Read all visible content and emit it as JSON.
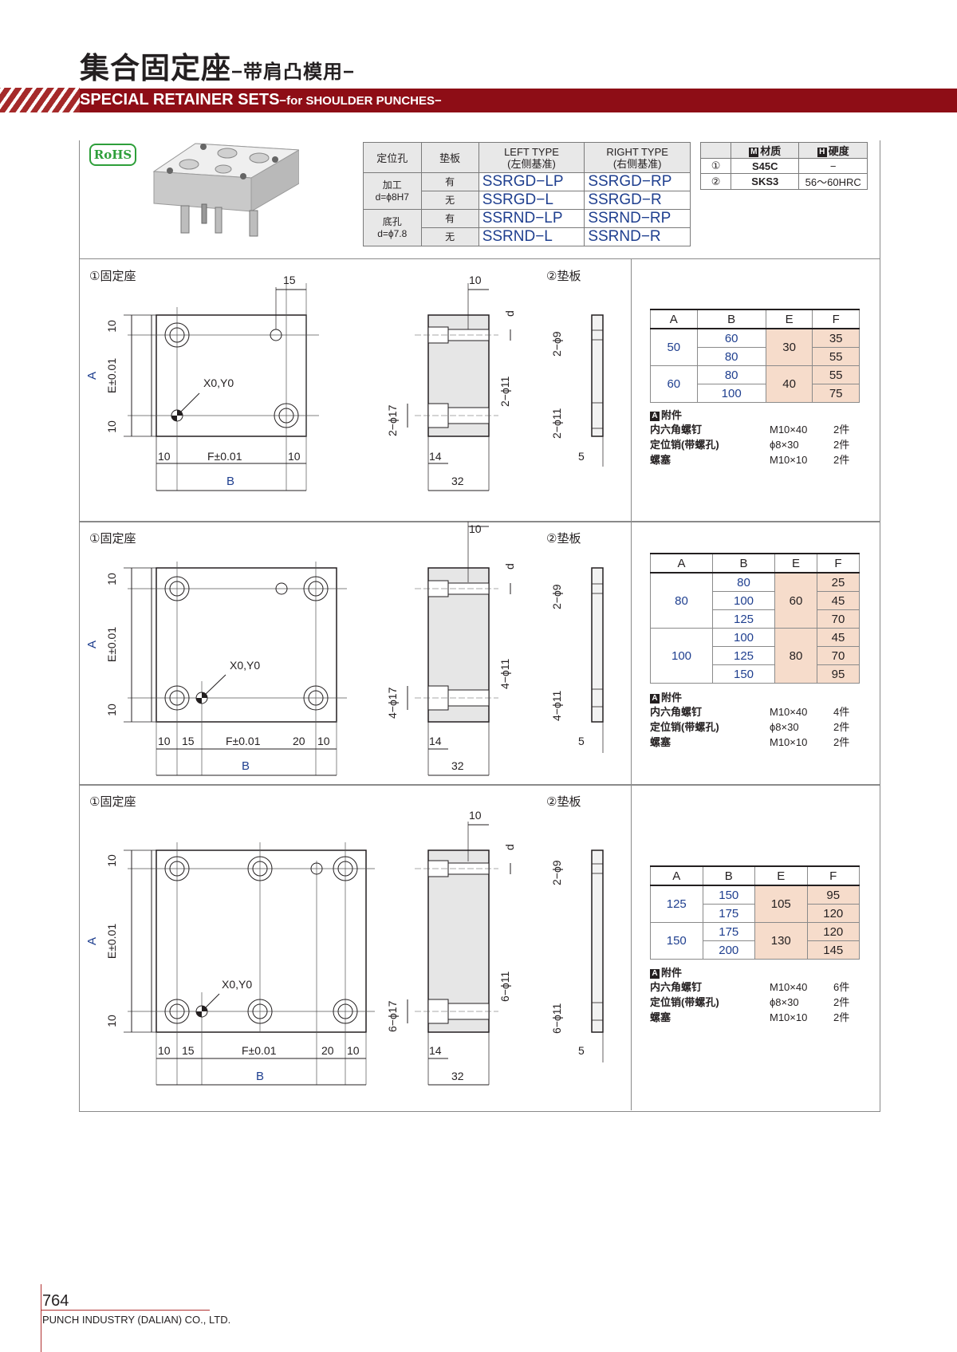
{
  "header": {
    "title_cn": "集合固定座",
    "title_cn_sub": "−带肩凸模用−",
    "title_en": "SPECIAL RETAINER SETS",
    "title_en_sub": "−for SHOULDER PUNCHES−"
  },
  "rohs": "RoHS",
  "model_table": {
    "h_hole": "定位孔",
    "h_plate": "垫板",
    "h_left": "LEFT TYPE",
    "h_left_sub": "(左侧基准)",
    "h_right": "RIGHT TYPE",
    "h_right_sub": "(右侧基准)",
    "g1_a": "加工",
    "g1_b": "d=ϕ8H7",
    "g2_a": "底孔",
    "g2_b": "d=ϕ7.8",
    "yes": "有",
    "no": "无",
    "r1_left": "SSRGD−LP",
    "r1_right": "SSRGD−RP",
    "r2_left": "SSRGD−L",
    "r2_right": "SSRGD−R",
    "r3_left": "SSRND−LP",
    "r3_right": "SSRND−RP",
    "r4_left": "SSRND−L",
    "r4_right": "SSRND−R"
  },
  "material_table": {
    "h_m_badge": "M",
    "h_m": "材质",
    "h_h_badge": "H",
    "h_h": "硬度",
    "r1_no": "①",
    "r1_mat": "S45C",
    "r1_hard": "−",
    "r2_no": "②",
    "r2_mat": "SKS3",
    "r2_hard": "56〜60HRC"
  },
  "sections": [
    {
      "retainer_label": "①固定座",
      "plate_label": "②垫板",
      "dim_15": "15",
      "dim_10": "10",
      "origin": "X0,Y0",
      "lbl_A": "A",
      "lbl_E": "E±0.01",
      "lbl_B": "B",
      "f_label": "F±0.01",
      "bottom_left": "10",
      "bottom_right": "10",
      "side_top": "10",
      "side_d": "d",
      "side_hole_small": "2−ϕ11",
      "side_hole_big": "2−ϕ17",
      "side_14": "14",
      "side_32": "32",
      "plate_top": "2−ϕ9",
      "plate_bottom": "2−ϕ11",
      "plate_5": "5",
      "headers": [
        "A",
        "B",
        "E",
        "F"
      ],
      "rows": [
        [
          "50",
          "60",
          "30",
          "35"
        ],
        [
          "",
          "80",
          "",
          "55"
        ],
        [
          "60",
          "80",
          "40",
          "55"
        ],
        [
          "",
          "100",
          "",
          "75"
        ]
      ],
      "acc_badge": "A",
      "acc_title": "附件",
      "acc": [
        [
          "内六角螺钉",
          "M10×40",
          "2件"
        ],
        [
          "定位销(带螺孔)",
          "ϕ8×30",
          "2件"
        ],
        [
          "螺塞",
          "M10×10",
          "2件"
        ]
      ]
    },
    {
      "retainer_label": "①固定座",
      "plate_label": "②垫板",
      "dim_10": "10",
      "origin": "X0,Y0",
      "lbl_A": "A",
      "lbl_E": "E±0.01",
      "lbl_B": "B",
      "bl1": "10",
      "bl2": "15",
      "f_label": "F±0.01",
      "br1": "20",
      "br2": "10",
      "side_top": "10",
      "side_d": "d",
      "side_hole_small": "4−ϕ11",
      "side_hole_big": "4−ϕ17",
      "side_14": "14",
      "side_32": "32",
      "plate_top": "2−ϕ9",
      "plate_bottom": "4−ϕ11",
      "plate_5": "5",
      "headers": [
        "A",
        "B",
        "E",
        "F"
      ],
      "rows": [
        [
          "80",
          "80",
          "60",
          "25"
        ],
        [
          "",
          "100",
          "",
          "45"
        ],
        [
          "",
          "125",
          "",
          "70"
        ],
        [
          "100",
          "100",
          "80",
          "45"
        ],
        [
          "",
          "125",
          "",
          "70"
        ],
        [
          "",
          "150",
          "",
          "95"
        ]
      ],
      "acc_badge": "A",
      "acc_title": "附件",
      "acc": [
        [
          "内六角螺钉",
          "M10×40",
          "4件"
        ],
        [
          "定位销(带螺孔)",
          "ϕ8×30",
          "2件"
        ],
        [
          "螺塞",
          "M10×10",
          "2件"
        ]
      ]
    },
    {
      "retainer_label": "①固定座",
      "plate_label": "②垫板",
      "dim_10": "10",
      "origin": "X0,Y0",
      "lbl_A": "A",
      "lbl_E": "E±0.01",
      "lbl_B": "B",
      "bl1": "10",
      "bl2": "15",
      "f_label": "F±0.01",
      "br1": "20",
      "br2": "10",
      "side_top": "10",
      "side_d": "d",
      "side_hole_small": "6−ϕ11",
      "side_hole_big": "6−ϕ17",
      "side_14": "14",
      "side_32": "32",
      "plate_top": "2−ϕ9",
      "plate_bottom": "6−ϕ11",
      "plate_5": "5",
      "headers": [
        "A",
        "B",
        "E",
        "F"
      ],
      "rows": [
        [
          "125",
          "150",
          "105",
          "95"
        ],
        [
          "",
          "175",
          "",
          "120"
        ],
        [
          "150",
          "175",
          "130",
          "120"
        ],
        [
          "",
          "200",
          "",
          "145"
        ]
      ],
      "acc_badge": "A",
      "acc_title": "附件",
      "acc": [
        [
          "内六角螺钉",
          "M10×40",
          "6件"
        ],
        [
          "定位销(带螺孔)",
          "ϕ8×30",
          "2件"
        ],
        [
          "螺塞",
          "M10×10",
          "2件"
        ]
      ]
    }
  ],
  "footer": {
    "page": "764",
    "company": "PUNCH INDUSTRY (DALIAN) CO., LTD."
  }
}
